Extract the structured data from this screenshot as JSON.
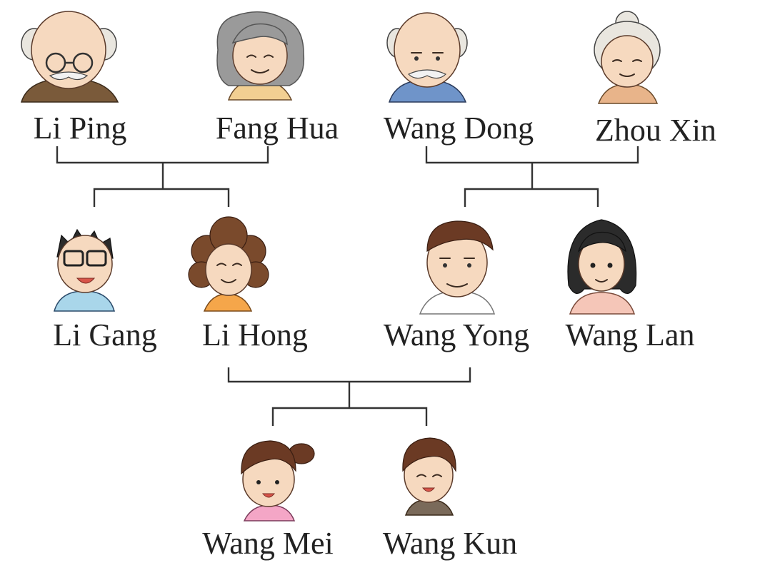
{
  "family": {
    "grandparents": [
      {
        "id": "li-ping",
        "name": "Li Ping"
      },
      {
        "id": "fang-hua",
        "name": "Fang Hua"
      },
      {
        "id": "wang-dong",
        "name": "Wang Dong"
      },
      {
        "id": "zhou-xin",
        "name": "Zhou Xin"
      }
    ],
    "parents": [
      {
        "id": "li-gang",
        "name": "Li Gang"
      },
      {
        "id": "li-hong",
        "name": "Li Hong"
      },
      {
        "id": "wang-yong",
        "name": "Wang Yong"
      },
      {
        "id": "wang-lan",
        "name": "Wang Lan"
      }
    ],
    "children": [
      {
        "id": "wang-mei",
        "name": "Wang Mei"
      },
      {
        "id": "wang-kun",
        "name": "Wang Kun"
      }
    ]
  },
  "colors": {
    "shirt_li_ping": "#7a5a3a",
    "shirt_fang_hua": "#f2cf92",
    "shirt_wang_dong": "#6f94c9",
    "shirt_zhou_xin": "#e8b48a",
    "shirt_li_gang": "#a9d6ea",
    "shirt_li_hong": "#f5a64a",
    "shirt_wang_yong": "#ffffff",
    "shirt_wang_lan": "#f5c6b8",
    "shirt_wang_mei": "#f4a6c6",
    "shirt_wang_kun": "#7a6a5a"
  }
}
